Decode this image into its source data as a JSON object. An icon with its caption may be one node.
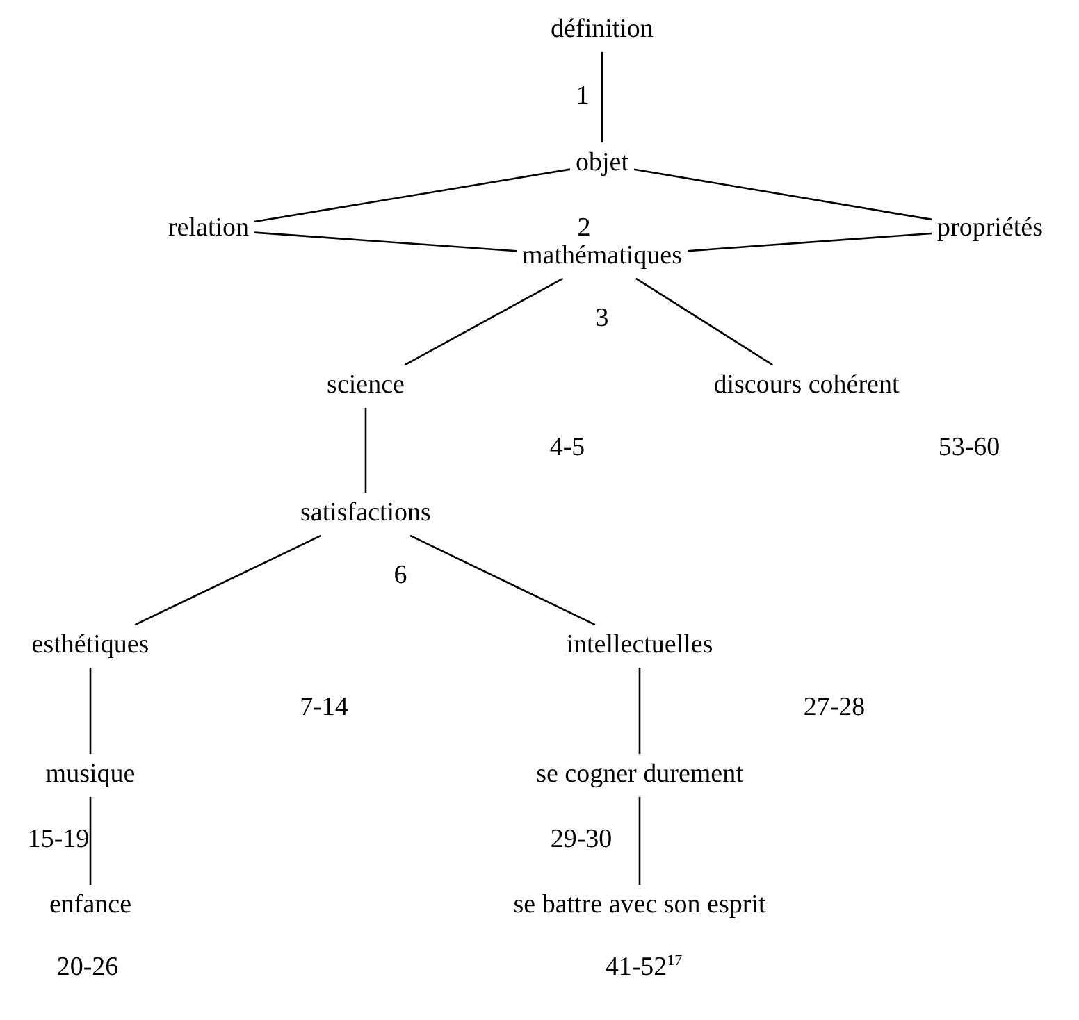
{
  "diagram": {
    "nodes": [
      {
        "text": [
          "définition"
        ]
      },
      {
        "text": [
          "objet"
        ]
      },
      {
        "text": [
          "relation"
        ]
      },
      {
        "text": [
          "propriétés"
        ]
      },
      {
        "text": [
          "mathématiques"
        ]
      },
      {
        "text": [
          "science"
        ]
      },
      {
        "text": [
          "discours cohérent"
        ]
      },
      {
        "text": [
          "satisfactions"
        ]
      },
      {
        "text": [
          "esthétiques"
        ]
      },
      {
        "text": [
          "intellectuelles"
        ]
      },
      {
        "text": [
          "musique"
        ]
      },
      {
        "text": [
          "se cogner durement"
        ]
      },
      {
        "text": [
          "enfance"
        ]
      },
      {
        "text": [
          "se battre avec son esprit"
        ]
      }
    ],
    "edges": [
      {
        "from": 0,
        "to": 1,
        "arrow": "none"
      },
      {
        "from": 1,
        "to": 2,
        "arrow": "none"
      },
      {
        "from": 1,
        "to": 3,
        "arrow": "none"
      },
      {
        "from": 2,
        "to": 4,
        "arrow": "none"
      },
      {
        "from": 3,
        "to": 4,
        "arrow": "none"
      },
      {
        "from": 4,
        "to": 5,
        "arrow": "none"
      },
      {
        "from": 4,
        "to": 6,
        "arrow": "none"
      },
      {
        "from": 5,
        "to": 7,
        "arrow": "none"
      },
      {
        "from": 7,
        "to": 8,
        "arrow": "none"
      },
      {
        "from": 7,
        "to": 9,
        "arrow": "none"
      },
      {
        "from": 8,
        "to": 10,
        "arrow": "none"
      },
      {
        "from": 10,
        "to": 12,
        "arrow": "none"
      },
      {
        "from": 9,
        "to": 11,
        "arrow": "none"
      },
      {
        "from": 11,
        "to": 13,
        "arrow": "none"
      }
    ],
    "labels": [
      "1",
      "2",
      "3",
      "4-5",
      "53-60",
      "6",
      "7-14",
      "27-28",
      "15-19",
      "29-30",
      "20-26",
      "41-52$^{17}$"
    ]
  }
}
